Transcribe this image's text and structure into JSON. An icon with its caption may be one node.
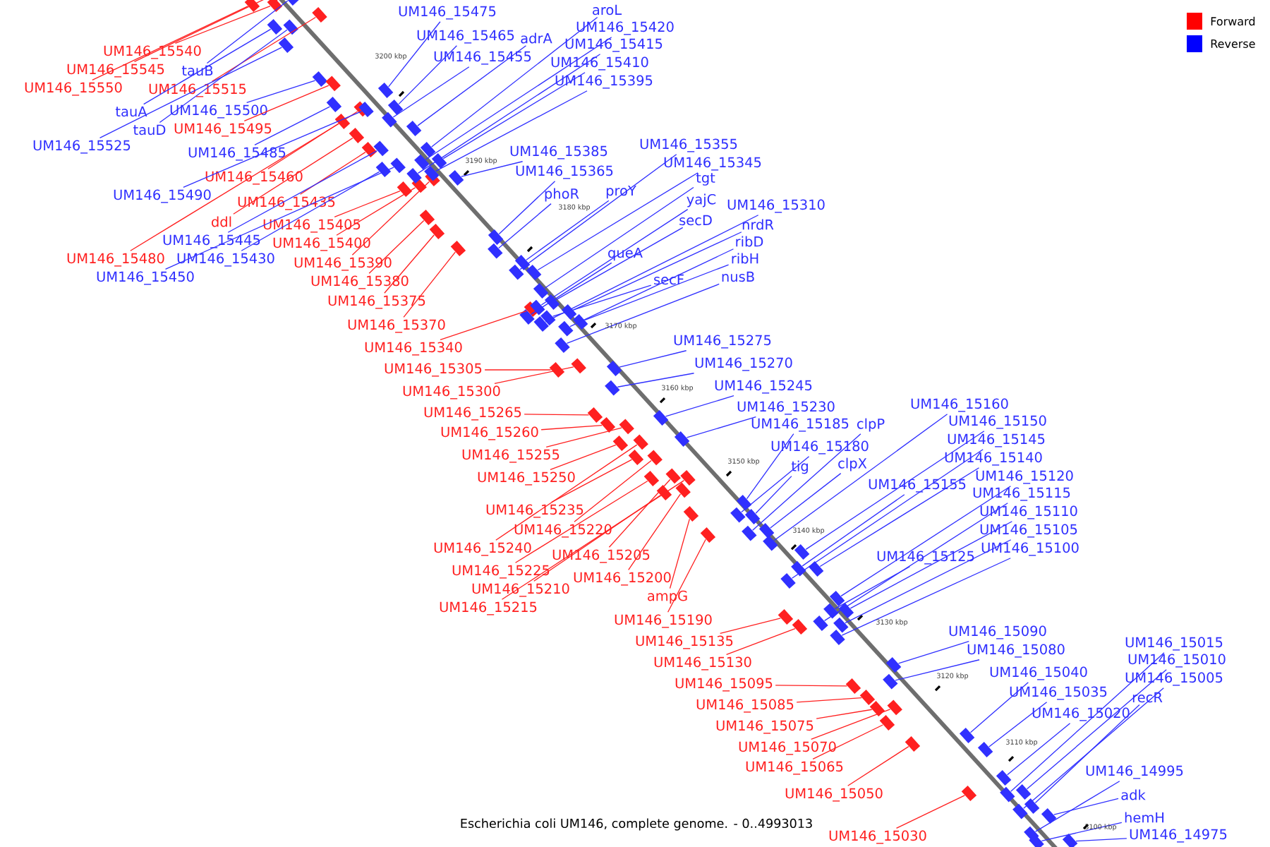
{
  "diagram": {
    "caption": "Escherichia coli UM146, complete genome. - 0..4993013",
    "nodes": [
      {
        "text": [
          "UM146_15540"
        ]
      },
      {
        "text": [
          "UM146_15545"
        ]
      },
      {
        "text": [
          "UM146_15550"
        ]
      },
      {
        "text": [
          "tauB"
        ]
      },
      {
        "text": [
          "UM146_15515"
        ]
      },
      {
        "text": [
          "tauA"
        ]
      },
      {
        "text": [
          "UM146_15500"
        ]
      },
      {
        "text": [
          "UM146_15495"
        ]
      },
      {
        "text": [
          "tauD"
        ]
      },
      {
        "text": [
          "UM146_15525"
        ]
      },
      {
        "text": [
          "UM146_15485"
        ]
      },
      {
        "text": [
          "UM146_15460"
        ]
      },
      {
        "text": [
          "UM146_15490"
        ]
      },
      {
        "text": [
          "UM146_15435"
        ]
      },
      {
        "text": [
          "ddl"
        ]
      },
      {
        "text": [
          "UM146_15405"
        ]
      },
      {
        "text": [
          "UM146_15445"
        ]
      },
      {
        "text": [
          "UM146_15400"
        ]
      },
      {
        "text": [
          "UM146_15480"
        ]
      },
      {
        "text": [
          "UM146_15430"
        ]
      },
      {
        "text": [
          "UM146_15390"
        ]
      },
      {
        "text": [
          "UM146_15450"
        ]
      },
      {
        "text": [
          "UM146_15380"
        ]
      },
      {
        "text": [
          "UM146_15375"
        ]
      },
      {
        "text": [
          "UM146_15370"
        ]
      },
      {
        "text": [
          "UM146_15340"
        ]
      },
      {
        "text": [
          "UM146_15305"
        ]
      },
      {
        "text": [
          "UM146_15300"
        ]
      },
      {
        "text": [
          "UM146_15265"
        ]
      },
      {
        "text": [
          "UM146_15260"
        ]
      },
      {
        "text": [
          "UM146_15255"
        ]
      },
      {
        "text": [
          "UM146_15250"
        ]
      },
      {
        "text": [
          "UM146_15235"
        ]
      },
      {
        "text": [
          "UM146_15220"
        ]
      },
      {
        "text": [
          "UM146_15240"
        ]
      },
      {
        "text": [
          "UM146_15205"
        ]
      },
      {
        "text": [
          "UM146_15225"
        ]
      },
      {
        "text": [
          "UM146_15200"
        ]
      },
      {
        "text": [
          "UM146_15210"
        ]
      },
      {
        "text": [
          "UM146_15215"
        ]
      },
      {
        "text": [
          "ampG"
        ]
      },
      {
        "text": [
          "UM146_15190"
        ]
      },
      {
        "text": [
          "UM146_15135"
        ]
      },
      {
        "text": [
          "UM146_15130"
        ]
      },
      {
        "text": [
          "UM146_15095"
        ]
      },
      {
        "text": [
          "UM146_15085"
        ]
      },
      {
        "text": [
          "UM146_15075"
        ]
      },
      {
        "text": [
          "UM146_15070"
        ]
      },
      {
        "text": [
          "UM146_15065"
        ]
      },
      {
        "text": [
          "UM146_15050"
        ]
      },
      {
        "text": [
          "UM146_15030"
        ]
      },
      {
        "text": [
          "UM146_15475"
        ]
      },
      {
        "text": [
          "UM146_15465"
        ]
      },
      {
        "text": [
          "adrA"
        ]
      },
      {
        "text": [
          "UM146_15455"
        ]
      },
      {
        "text": [
          "aroL"
        ]
      },
      {
        "text": [
          "UM146_15420"
        ]
      },
      {
        "text": [
          "UM146_15415"
        ]
      },
      {
        "text": [
          "UM146_15410"
        ]
      },
      {
        "text": [
          "UM146_15395"
        ]
      },
      {
        "text": [
          "UM146_15385"
        ]
      },
      {
        "text": [
          "UM146_15355"
        ]
      },
      {
        "text": [
          "UM146_15365"
        ]
      },
      {
        "text": [
          "UM146_15345"
        ]
      },
      {
        "text": [
          "phoR"
        ]
      },
      {
        "text": [
          "proY"
        ]
      },
      {
        "text": [
          "tgt"
        ]
      },
      {
        "text": [
          "yajC"
        ]
      },
      {
        "text": [
          "UM146_15310"
        ]
      },
      {
        "text": [
          "secD"
        ]
      },
      {
        "text": [
          "nrdR"
        ]
      },
      {
        "text": [
          "queA"
        ]
      },
      {
        "text": [
          "secF"
        ]
      },
      {
        "text": [
          "ribD"
        ]
      },
      {
        "text": [
          "ribH"
        ]
      },
      {
        "text": [
          "nusB"
        ]
      },
      {
        "text": [
          "UM146_15275"
        ]
      },
      {
        "text": [
          "UM146_15270"
        ]
      },
      {
        "text": [
          "UM146_15245"
        ]
      },
      {
        "text": [
          "UM146_15230"
        ]
      },
      {
        "text": [
          "UM146_15185"
        ]
      },
      {
        "text": [
          "clpP"
        ]
      },
      {
        "text": [
          "UM146_15180"
        ]
      },
      {
        "text": [
          "tig"
        ]
      },
      {
        "text": [
          "clpX"
        ]
      },
      {
        "text": [
          "UM146_15160"
        ]
      },
      {
        "text": [
          "UM146_15150"
        ]
      },
      {
        "text": [
          "UM146_15145"
        ]
      },
      {
        "text": [
          "UM146_15140"
        ]
      },
      {
        "text": [
          "UM146_15155"
        ]
      },
      {
        "text": [
          "UM146_15120"
        ]
      },
      {
        "text": [
          "UM146_15115"
        ]
      },
      {
        "text": [
          "UM146_15110"
        ]
      },
      {
        "text": [
          "UM146_15105"
        ]
      },
      {
        "text": [
          "UM146_15125"
        ]
      },
      {
        "text": [
          "UM146_15100"
        ]
      },
      {
        "text": [
          "UM146_15090"
        ]
      },
      {
        "text": [
          "UM146_15080"
        ]
      },
      {
        "text": [
          "UM146_15040"
        ]
      },
      {
        "text": [
          "UM146_15035"
        ]
      },
      {
        "text": [
          "UM146_15020"
        ]
      },
      {
        "text": [
          "UM146_15015"
        ]
      },
      {
        "text": [
          "UM146_15010"
        ]
      },
      {
        "text": [
          "UM146_15005"
        ]
      },
      {
        "text": [
          "recR"
        ]
      },
      {
        "text": [
          "UM146_14995"
        ]
      },
      {
        "text": [
          "adk"
        ]
      },
      {
        "text": [
          "hemH"
        ]
      },
      {
        "text": [
          "UM146_14975"
        ]
      },
      {
        "text": [],
        "shape": "box"
      },
      {
        "text": [],
        "shape": "box"
      },
      {
        "text": [],
        "shape": "box"
      },
      {
        "text": [],
        "shape": "box"
      },
      {
        "text": [],
        "shape": "box"
      },
      {
        "text": [],
        "shape": "box"
      },
      {
        "text": [],
        "shape": "box"
      },
      {
        "text": [],
        "shape": "box"
      },
      {
        "text": [],
        "shape": "box"
      },
      {
        "text": [],
        "shape": "box"
      },
      {
        "text": [],
        "shape": "box"
      },
      {
        "text": [],
        "shape": "box"
      },
      {
        "text": [],
        "shape": "box"
      },
      {
        "text": [],
        "shape": "box"
      },
      {
        "text": [],
        "shape": "box"
      },
      {
        "text": [],
        "shape": "box"
      },
      {
        "text": [],
        "shape": "box"
      },
      {
        "text": [],
        "shape": "box"
      },
      {
        "text": [],
        "shape": "box"
      },
      {
        "text": [],
        "shape": "box"
      },
      {
        "text": [],
        "shape": "box"
      },
      {
        "text": [],
        "shape": "box"
      },
      {
        "text": [],
        "shape": "box"
      },
      {
        "text": [],
        "shape": "box"
      },
      {
        "text": [],
        "shape": "box"
      },
      {
        "text": [],
        "shape": "box"
      },
      {
        "text": [],
        "shape": "box"
      },
      {
        "text": [],
        "shape": "box"
      },
      {
        "text": [],
        "shape": "box"
      },
      {
        "text": [],
        "shape": "box"
      },
      {
        "text": [],
        "shape": "box"
      },
      {
        "text": [],
        "shape": "box"
      },
      {
        "text": [],
        "shape": "box"
      },
      {
        "text": [],
        "shape": "box"
      },
      {
        "text": [],
        "shape": "box"
      },
      {
        "text": [],
        "shape": "box"
      },
      {
        "text": [],
        "shape": "box"
      },
      {
        "text": [],
        "shape": "box"
      },
      {
        "text": [],
        "shape": "box"
      },
      {
        "text": [],
        "shape": "box"
      },
      {
        "text": [],
        "shape": "box"
      },
      {
        "text": [],
        "shape": "box"
      },
      {
        "text": [],
        "shape": "box"
      },
      {
        "text": [],
        "shape": "box"
      },
      {
        "text": [],
        "shape": "box"
      },
      {
        "text": [],
        "shape": "box"
      },
      {
        "text": [],
        "shape": "box"
      },
      {
        "text": [],
        "shape": "box"
      },
      {
        "text": [],
        "shape": "box"
      },
      {
        "text": [],
        "shape": "box"
      },
      {
        "text": [],
        "shape": "box"
      },
      {
        "text": [],
        "shape": "box"
      },
      {
        "text": [],
        "shape": "box"
      },
      {
        "text": [],
        "shape": "box"
      },
      {
        "text": [],
        "shape": "box"
      },
      {
        "text": [],
        "shape": "box"
      },
      {
        "text": [],
        "shape": "box"
      },
      {
        "text": [],
        "shape": "box"
      },
      {
        "text": [],
        "shape": "box"
      },
      {
        "text": [],
        "shape": "box"
      },
      {
        "text": [],
        "shape": "box"
      },
      {
        "text": [],
        "shape": "box"
      },
      {
        "text": [],
        "shape": "box"
      },
      {
        "text": [],
        "shape": "box"
      },
      {
        "text": [],
        "shape": "box"
      },
      {
        "text": [],
        "shape": "box"
      },
      {
        "text": [],
        "shape": "box"
      },
      {
        "text": [],
        "shape": "box"
      },
      {
        "text": [],
        "shape": "box"
      },
      {
        "text": [],
        "shape": "box"
      },
      {
        "text": [],
        "shape": "box"
      },
      {
        "text": [],
        "shape": "box"
      },
      {
        "text": [],
        "shape": "box"
      },
      {
        "text": [],
        "shape": "box"
      },
      {
        "text": [],
        "shape": "box"
      },
      {
        "text": [],
        "shape": "box"
      },
      {
        "text": [],
        "shape": "box"
      },
      {
        "text": [],
        "shape": "box"
      },
      {
        "text": [],
        "shape": "box"
      },
      {
        "text": [],
        "shape": "box"
      },
      {
        "text": [],
        "shape": "box"
      },
      {
        "text": [],
        "shape": "box"
      },
      {
        "text": [],
        "shape": "box"
      },
      {
        "text": [],
        "shape": "box"
      },
      {
        "text": [],
        "shape": "box"
      },
      {
        "text": [],
        "shape": "box"
      },
      {
        "text": [],
        "shape": "box"
      },
      {
        "text": [],
        "shape": "box"
      },
      {
        "text": [],
        "shape": "box"
      },
      {
        "text": [],
        "shape": "box"
      },
      {
        "text": [],
        "shape": "box"
      },
      {
        "text": [],
        "shape": "box"
      },
      {
        "text": [],
        "shape": "box"
      },
      {
        "text": [],
        "shape": "box"
      },
      {
        "text": [],
        "shape": "box"
      },
      {
        "text": [],
        "shape": "box"
      },
      {
        "text": [],
        "shape": "box"
      },
      {
        "text": [],
        "shape": "box"
      },
      {
        "text": [],
        "shape": "box"
      },
      {
        "text": [],
        "shape": "box"
      },
      {
        "text": [],
        "shape": "box"
      },
      {
        "text": [],
        "shape": "box"
      },
      {
        "text": [],
        "shape": "box"
      },
      {
        "text": [],
        "shape": "box"
      },
      {
        "text": [],
        "shape": "box"
      },
      {
        "text": [],
        "shape": "box"
      },
      {
        "text": [],
        "shape": "box"
      },
      {
        "text": [],
        "shape": "box"
      },
      {
        "text": [],
        "shape": "box"
      }
    ],
    "edges": [
      {
        "from": 0,
        "to": 109,
        "arrow": "none",
        "color": "#ff2020"
      },
      {
        "from": 1,
        "to": 110,
        "arrow": "none",
        "color": "#ff2020"
      },
      {
        "from": 2,
        "to": 111,
        "arrow": "none",
        "color": "#ff2020"
      },
      {
        "from": 3,
        "to": 112,
        "arrow": "none"
      },
      {
        "from": 4,
        "to": 113,
        "arrow": "none",
        "color": "#ff2020"
      },
      {
        "from": 5,
        "to": 114,
        "arrow": "none"
      },
      {
        "from": 6,
        "to": 115,
        "arrow": "none"
      },
      {
        "from": 7,
        "to": 116,
        "arrow": "none",
        "color": "#ff2020"
      },
      {
        "from": 8,
        "to": 117,
        "arrow": "none"
      },
      {
        "from": 9,
        "to": 118,
        "arrow": "none"
      },
      {
        "from": 10,
        "to": 119,
        "arrow": "none"
      },
      {
        "from": 11,
        "to": 120,
        "arrow": "none",
        "color": "#ff2020"
      },
      {
        "from": 12,
        "to": 121,
        "arrow": "none"
      },
      {
        "from": 13,
        "to": 122,
        "arrow": "none",
        "color": "#ff2020"
      },
      {
        "from": 14,
        "to": 123,
        "arrow": "none",
        "color": "#ff2020"
      },
      {
        "from": 15,
        "to": 124,
        "arrow": "none",
        "color": "#ff2020"
      },
      {
        "from": 16,
        "to": 125,
        "arrow": "none"
      },
      {
        "from": 17,
        "to": 126,
        "arrow": "none",
        "color": "#ff2020"
      },
      {
        "from": 18,
        "to": 127,
        "arrow": "none",
        "color": "#ff2020"
      },
      {
        "from": 19,
        "to": 128,
        "arrow": "none"
      },
      {
        "from": 20,
        "to": 129,
        "arrow": "none",
        "color": "#ff2020"
      },
      {
        "from": 21,
        "to": 130,
        "arrow": "none"
      },
      {
        "from": 22,
        "to": 131,
        "arrow": "none",
        "color": "#ff2020"
      },
      {
        "from": 23,
        "to": 132,
        "arrow": "none",
        "color": "#ff2020"
      },
      {
        "from": 24,
        "to": 133,
        "arrow": "none",
        "color": "#ff2020"
      },
      {
        "from": 25,
        "to": 134,
        "arrow": "none",
        "color": "#ff2020"
      },
      {
        "from": 26,
        "to": 135,
        "arrow": "none",
        "color": "#ff2020"
      },
      {
        "from": 27,
        "to": 136,
        "arrow": "none",
        "color": "#ff2020"
      },
      {
        "from": 28,
        "to": 137,
        "arrow": "none",
        "color": "#ff2020"
      },
      {
        "from": 29,
        "to": 138,
        "arrow": "none",
        "color": "#ff2020"
      },
      {
        "from": 30,
        "to": 139,
        "arrow": "none",
        "color": "#ff2020"
      },
      {
        "from": 31,
        "to": 140,
        "arrow": "none",
        "color": "#ff2020"
      },
      {
        "from": 32,
        "to": 141,
        "arrow": "none",
        "color": "#ff2020"
      },
      {
        "from": 33,
        "to": 142,
        "arrow": "none",
        "color": "#ff2020"
      },
      {
        "from": 34,
        "to": 143,
        "arrow": "none",
        "color": "#ff2020"
      },
      {
        "from": 35,
        "to": 144,
        "arrow": "none",
        "color": "#ff2020"
      },
      {
        "from": 36,
        "to": 145,
        "arrow": "none",
        "color": "#ff2020"
      },
      {
        "from": 37,
        "to": 146,
        "arrow": "none",
        "color": "#ff2020"
      },
      {
        "from": 38,
        "to": 147,
        "arrow": "none",
        "color": "#ff2020"
      },
      {
        "from": 39,
        "to": 148,
        "arrow": "none",
        "color": "#ff2020"
      },
      {
        "from": 40,
        "to": 149,
        "arrow": "none",
        "color": "#ff2020"
      },
      {
        "from": 41,
        "to": 150,
        "arrow": "none",
        "color": "#ff2020"
      },
      {
        "from": 42,
        "to": 151,
        "arrow": "none",
        "color": "#ff2020"
      },
      {
        "from": 43,
        "to": 152,
        "arrow": "none",
        "color": "#ff2020"
      },
      {
        "from": 44,
        "to": 153,
        "arrow": "none",
        "color": "#ff2020"
      },
      {
        "from": 45,
        "to": 154,
        "arrow": "none",
        "color": "#ff2020"
      },
      {
        "from": 46,
        "to": 155,
        "arrow": "none",
        "color": "#ff2020"
      },
      {
        "from": 47,
        "to": 156,
        "arrow": "none",
        "color": "#ff2020"
      },
      {
        "from": 48,
        "to": 157,
        "arrow": "none",
        "color": "#ff2020"
      },
      {
        "from": 49,
        "to": 158,
        "arrow": "none",
        "color": "#ff2020"
      },
      {
        "from": 50,
        "to": 159,
        "arrow": "none",
        "color": "#ff2020"
      },
      {
        "from": 51,
        "to": 160,
        "arrow": "none"
      },
      {
        "from": 52,
        "to": 161,
        "arrow": "none"
      },
      {
        "from": 53,
        "to": 162,
        "arrow": "none"
      },
      {
        "from": 54,
        "to": 163,
        "arrow": "none"
      },
      {
        "from": 55,
        "to": 164,
        "arrow": "none"
      },
      {
        "from": 56,
        "to": 165,
        "arrow": "none"
      },
      {
        "from": 57,
        "to": 166,
        "arrow": "none"
      },
      {
        "from": 58,
        "to": 167,
        "arrow": "none"
      },
      {
        "from": 59,
        "to": 168,
        "arrow": "none"
      },
      {
        "from": 60,
        "to": 169,
        "arrow": "none"
      },
      {
        "from": 61,
        "to": 170,
        "arrow": "none"
      },
      {
        "from": 62,
        "to": 171,
        "arrow": "none"
      },
      {
        "from": 63,
        "to": 172,
        "arrow": "none"
      },
      {
        "from": 64,
        "to": 173,
        "arrow": "none"
      },
      {
        "from": 65,
        "to": 174,
        "arrow": "none"
      },
      {
        "from": 66,
        "to": 175,
        "arrow": "none"
      },
      {
        "from": 67,
        "to": 176,
        "arrow": "none"
      },
      {
        "from": 68,
        "to": 177,
        "arrow": "none"
      },
      {
        "from": 69,
        "to": 178,
        "arrow": "none"
      },
      {
        "from": 70,
        "to": 179,
        "arrow": "none"
      },
      {
        "from": 71,
        "to": 180,
        "arrow": "none"
      },
      {
        "from": 72,
        "to": 181,
        "arrow": "none"
      },
      {
        "from": 73,
        "to": 182,
        "arrow": "none"
      },
      {
        "from": 74,
        "to": 183,
        "arrow": "none"
      },
      {
        "from": 75,
        "to": 184,
        "arrow": "none"
      },
      {
        "from": 76,
        "to": 185,
        "arrow": "none"
      },
      {
        "from": 77,
        "to": 186,
        "arrow": "none"
      },
      {
        "from": 78,
        "to": 187,
        "arrow": "none"
      },
      {
        "from": 79,
        "to": 188,
        "arrow": "none"
      },
      {
        "from": 80,
        "to": 189,
        "arrow": "none"
      },
      {
        "from": 81,
        "to": 190,
        "arrow": "none"
      },
      {
        "from": 82,
        "to": 191,
        "arrow": "none"
      },
      {
        "from": 83,
        "to": 192,
        "arrow": "none"
      },
      {
        "from": 84,
        "to": 193,
        "arrow": "none"
      },
      {
        "from": 85,
        "to": 194,
        "arrow": "none"
      },
      {
        "from": 86,
        "to": 195,
        "arrow": "none"
      },
      {
        "from": 87,
        "to": 196,
        "arrow": "none"
      },
      {
        "from": 88,
        "to": 197,
        "arrow": "none"
      },
      {
        "from": 89,
        "to": 198,
        "arrow": "none"
      },
      {
        "from": 90,
        "to": 199,
        "arrow": "none"
      },
      {
        "from": 91,
        "to": 200,
        "arrow": "none"
      },
      {
        "from": 92,
        "to": 201,
        "arrow": "none"
      },
      {
        "from": 93,
        "to": 202,
        "arrow": "none"
      },
      {
        "from": 94,
        "to": 203,
        "arrow": "none"
      },
      {
        "from": 95,
        "to": 204,
        "arrow": "none"
      },
      {
        "from": 96,
        "to": 205,
        "arrow": "none"
      },
      {
        "from": 97,
        "to": 206,
        "arrow": "none"
      },
      {
        "from": 98,
        "to": 207,
        "arrow": "none"
      },
      {
        "from": 99,
        "to": 208,
        "arrow": "none"
      },
      {
        "from": 100,
        "to": 209,
        "arrow": "none"
      },
      {
        "from": 101,
        "to": 210,
        "arrow": "none"
      },
      {
        "from": 102,
        "to": 211,
        "arrow": "none"
      },
      {
        "from": 103,
        "to": 212,
        "arrow": "none"
      },
      {
        "from": 104,
        "to": 213,
        "arrow": "none"
      },
      {
        "from": 105,
        "to": 214,
        "arrow": "none"
      },
      {
        "from": 106,
        "to": 215,
        "arrow": "none"
      },
      {
        "from": 107,
        "to": 216,
        "arrow": "none"
      },
      {
        "from": 108,
        "to": 217,
        "arrow": "none"
      }
    ],
    "labels": [
      "3200 kbp",
      "3190 kbp",
      "3180 kbp",
      "3170 kbp",
      "3160 kbp",
      "3150 kbp",
      "3140 kbp",
      "3130 kbp",
      "3120 kbp",
      "3110 kbp",
      "3100 kbp"
    ],
    "legend": [
      {
        "text": "Forward",
        "color": "#ff0000"
      },
      {
        "text": "Reverse",
        "color": "#0000ff"
      }
    ]
  }
}
